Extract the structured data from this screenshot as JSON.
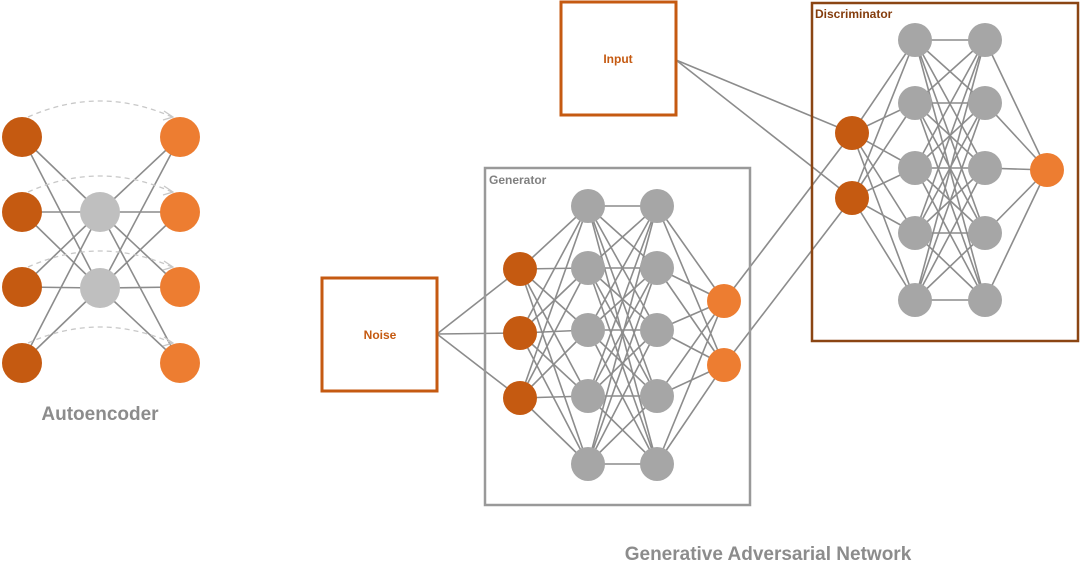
{
  "labels": {
    "autoencoder": "Autoencoder",
    "gan": "Generative Adversarial Network",
    "noise": "Noise",
    "input": "Input",
    "generator": "Generator",
    "discriminator": "Discriminator"
  },
  "colors": {
    "input_node": "#c55a11",
    "output_node": "#ed7d31",
    "hidden_node": "#a6a6a6",
    "ae_hidden_node": "#bfbfbf",
    "edge": "#8c8c8c",
    "generator_box": "#999999",
    "discriminator_box": "#8b4513",
    "io_box": "#c55a11",
    "title_text": "#8c8c8c"
  }
}
